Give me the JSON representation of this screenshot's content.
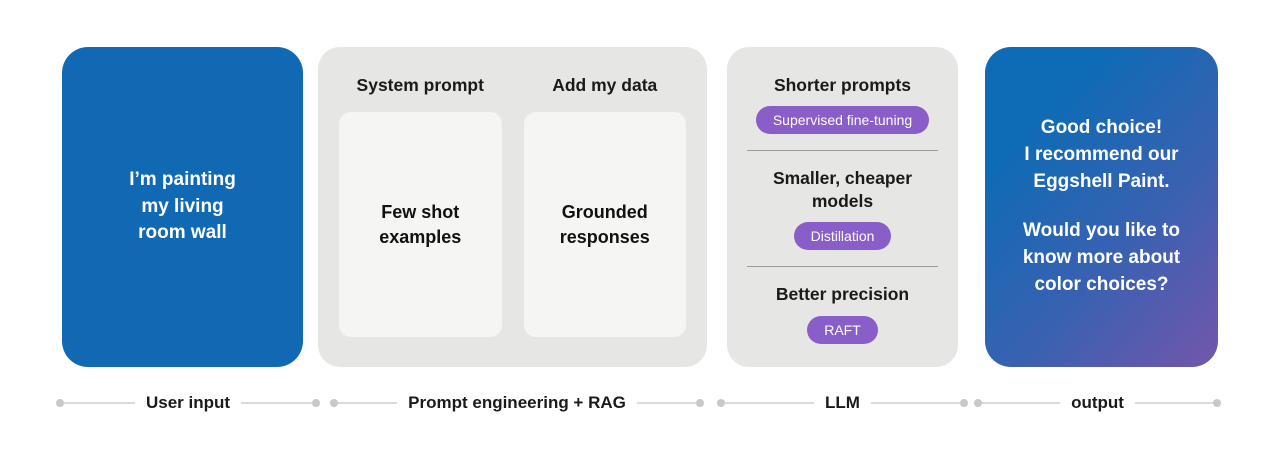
{
  "stage1": {
    "text": "I’m painting\nmy living\nroom wall",
    "caption": "User input"
  },
  "stage2": {
    "caption": "Prompt engineering + RAG",
    "columns": [
      {
        "header": "System prompt",
        "box_text": "Few shot\nexamples"
      },
      {
        "header": "Add my data",
        "box_text": "Grounded\nresponses"
      }
    ]
  },
  "stage3": {
    "caption": "LLM",
    "sections": [
      {
        "header": "Shorter prompts",
        "pill": "Supervised fine-tuning"
      },
      {
        "header": "Smaller, cheaper\nmodels",
        "pill": "Distillation"
      },
      {
        "header": "Better precision",
        "pill": "RAFT"
      }
    ]
  },
  "stage4": {
    "text_top": "Good choice!\nI recommend our\nEggshell Paint.",
    "text_bottom": "Would you like to\nknow more about\ncolor choices?",
    "caption": "output"
  },
  "colors": {
    "user_card_blue": "#1168B3",
    "output_gradient_start": "#0E6BB5",
    "output_gradient_end": "#7456AB",
    "panel_gray": "#E6E6E5",
    "inner_box_gray": "#F5F5F3",
    "pill_purple": "#8A5EC8",
    "dark_text": "#1A1A1A",
    "white_text": "#FFFFFF",
    "axis_line": "#DADADA",
    "axis_dot": "#C8C8C8",
    "separator_gray": "#9B9B9B"
  }
}
